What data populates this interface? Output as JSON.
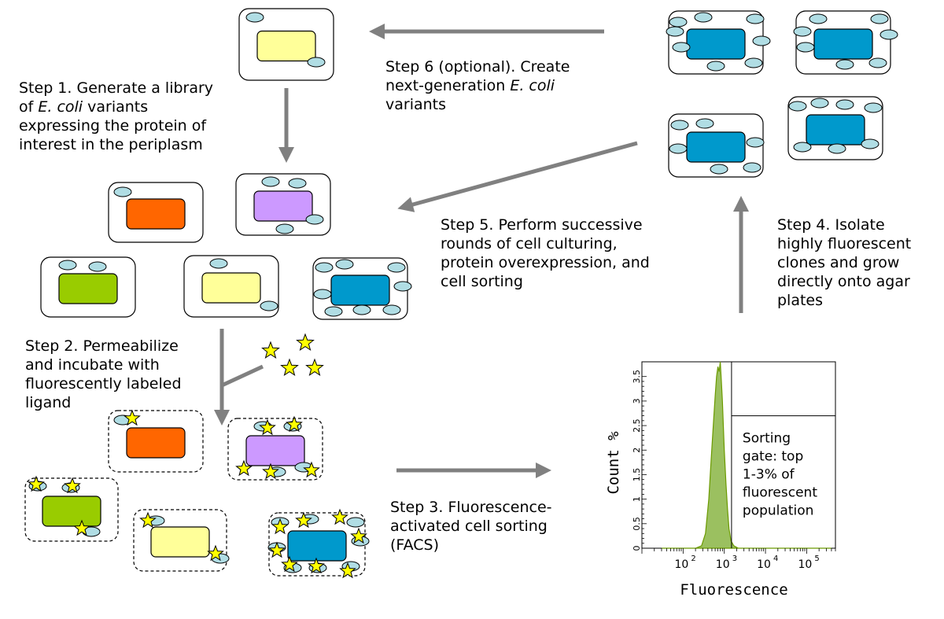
{
  "steps": {
    "step1": {
      "a": "Step 1. Generate a library",
      "b": "of ",
      "b_italic": "E. coli",
      "b_rest": " variants",
      "c": "expressing the protein of",
      "d": "interest in the periplasm"
    },
    "step2": {
      "a": "Step 2. Permeabilize",
      "b": "and incubate with",
      "c": "fluorescently labeled",
      "d": "ligand"
    },
    "step3": {
      "a": "Step 3. Fluorescence-",
      "b": "activated cell sorting",
      "c": "(FACS)"
    },
    "step4": {
      "a": "Step 4. Isolate",
      "b": "highly fluorescent",
      "c": "clones and grow",
      "d": "directly onto agar",
      "e": "plates"
    },
    "step5": {
      "a": "Step 5. Perform successive",
      "b": "rounds of cell culturing,",
      "c": "protein overexpression, and",
      "d": "cell sorting"
    },
    "step6": {
      "a": "Step 6 (optional). Create",
      "b": "next-generation ",
      "b_italic": "E. coli",
      "c": "variants"
    }
  },
  "colors": {
    "arrow": "#808080",
    "periplasm_dot": "#b0dde4",
    "protein_yellow": "#ffff99",
    "protein_orange": "#ff6600",
    "protein_purple": "#cc99ff",
    "protein_green": "#99cc00",
    "protein_blue": "#0099cc",
    "ligand_star": "#ffff00",
    "histogram_fill": "#9bc060",
    "histogram_line": "#6b9a00"
  },
  "chart_data": {
    "type": "area",
    "xlabel": "Fluorescence",
    "ylabel": "Count %",
    "xscale": "log",
    "xlim": [
      10,
      500000
    ],
    "ylim": [
      0,
      3.8
    ],
    "x_ticks": [
      {
        "base": "10",
        "exp": "2",
        "value": 100
      },
      {
        "base": "10",
        "exp": "3",
        "value": 1000
      },
      {
        "base": "10",
        "exp": "4",
        "value": 10000
      },
      {
        "base": "10",
        "exp": "5",
        "value": 100000
      }
    ],
    "y_ticks": [
      "0",
      "0.5",
      "1",
      "1.5",
      "2",
      "2.5",
      "3",
      "3.5"
    ],
    "series": [
      {
        "x": [
          30,
          200,
          280,
          350,
          420,
          480,
          540,
          600,
          650,
          700,
          750,
          800,
          850,
          900,
          950,
          1000,
          1100,
          1200,
          1300,
          1450,
          1700,
          2200,
          3000,
          400000
        ],
        "y": [
          0,
          0,
          0.05,
          0.3,
          1.0,
          1.8,
          2.5,
          3.1,
          3.5,
          3.7,
          3.6,
          3.8,
          3.4,
          3.0,
          2.5,
          2.0,
          1.3,
          0.8,
          0.4,
          0.15,
          0.05,
          0,
          0,
          0
        ]
      }
    ],
    "gate": {
      "x": 1500,
      "y": 2.7,
      "label_lines": [
        "Sorting",
        "gate: top",
        "1-3% of",
        "fluorescent",
        "population"
      ]
    }
  }
}
